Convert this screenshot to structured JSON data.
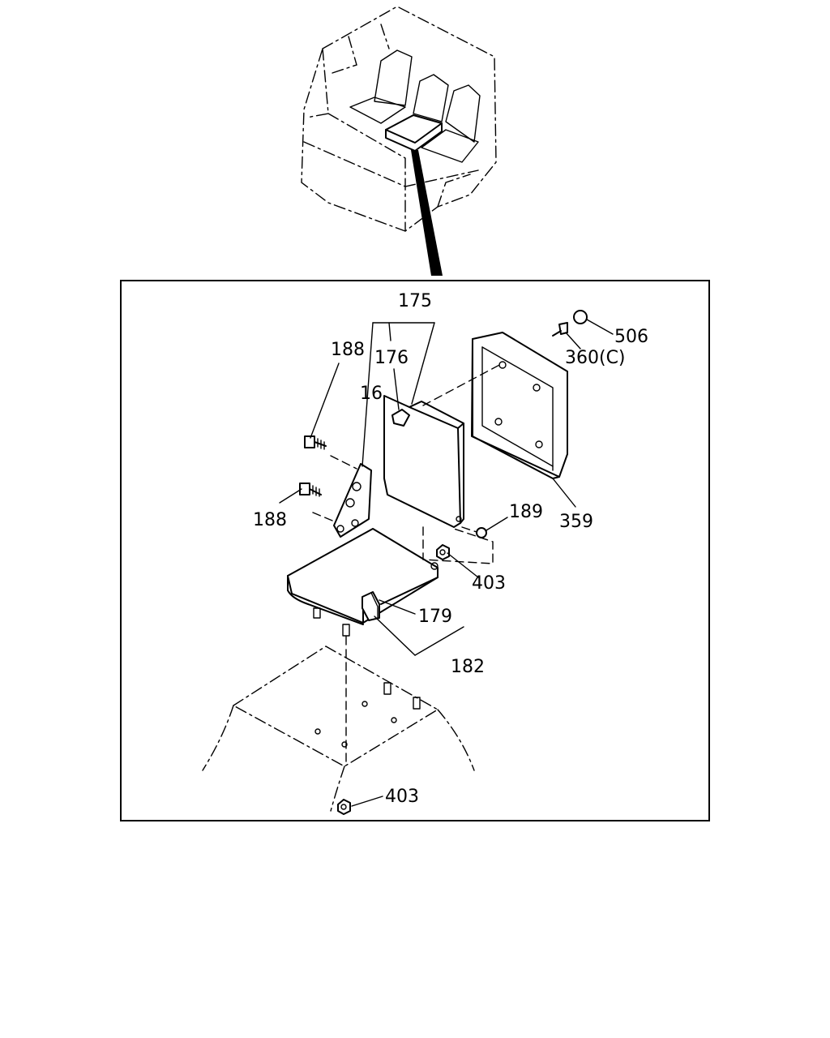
{
  "labels": {
    "p175": "175",
    "p188a": "188",
    "p176": "176",
    "p16": "16",
    "p506": "506",
    "p360c": "360(C)",
    "p188b": "188",
    "p189": "189",
    "p359": "359",
    "p403a": "403",
    "p179": "179",
    "p182": "182",
    "p403b": "403"
  }
}
